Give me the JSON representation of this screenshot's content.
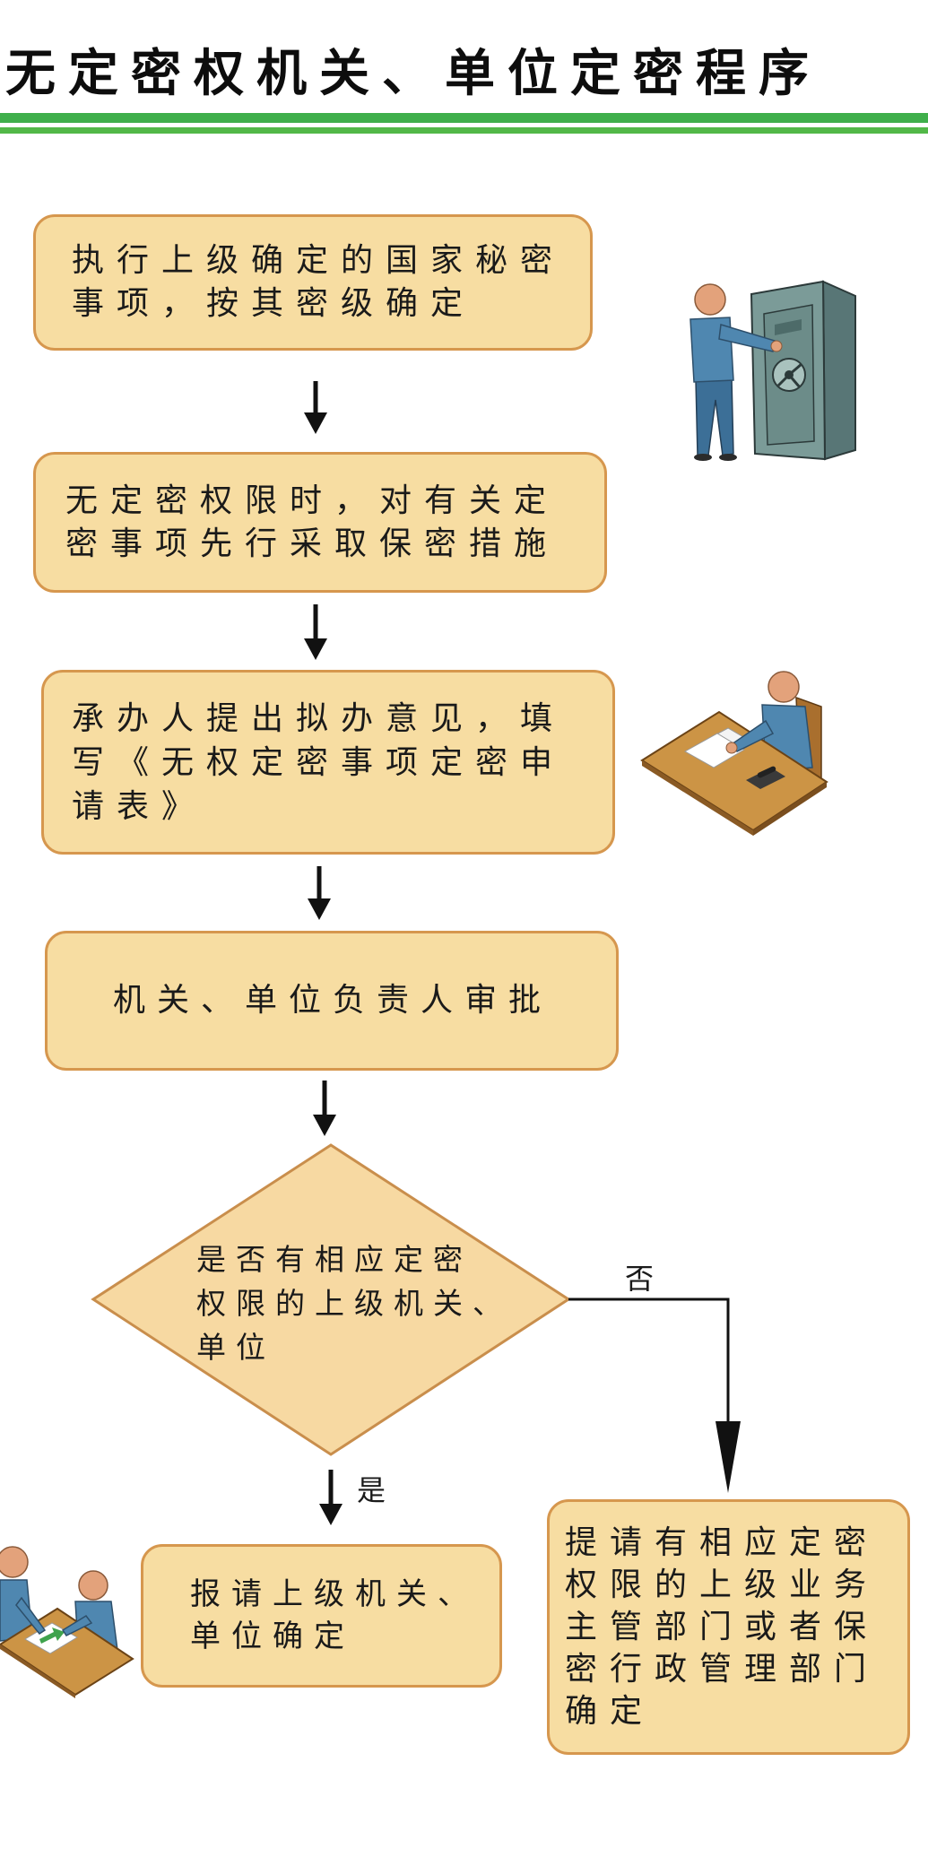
{
  "title": "无定密权机关、单位定密程序",
  "steps": [
    {
      "lines": [
        "执行上级确定的国家秘密",
        "事项，按其密级确定"
      ]
    },
    {
      "lines": [
        "无定密权限时，对有关定",
        "密事项先行采取保密措施"
      ]
    },
    {
      "lines": [
        "承办人提出拟办意见，填",
        "写《无权定密事项定密申",
        "请表》"
      ]
    },
    {
      "lines": [
        "机关、单位负责人审批"
      ]
    }
  ],
  "decision": {
    "lines": [
      "是否有相应定密",
      "权限的上级机关、",
      "单位"
    ],
    "yes_label": "是",
    "no_label": "否"
  },
  "outcome_yes": {
    "lines": [
      "报请上级机关、",
      "单位确定"
    ]
  },
  "outcome_no": {
    "lines": [
      "提请有相应定密",
      "权限的上级业务",
      "主管部门或者保",
      "密行政管理部门",
      "确定"
    ]
  },
  "colors": {
    "box_fill": "#F7DDA2",
    "box_border": "#D6974E",
    "diamond_fill": "#F7D9A2",
    "diamond_border": "#C98E4C",
    "accent_green": "#3FAF4B",
    "accent_green_2": "#52B848",
    "arrow": "#111111"
  },
  "icons": {
    "step1": "person-at-safe-icon",
    "step3": "person-writing-at-desk-icon",
    "outcome_yes": "two-people-at-desk-icon"
  }
}
